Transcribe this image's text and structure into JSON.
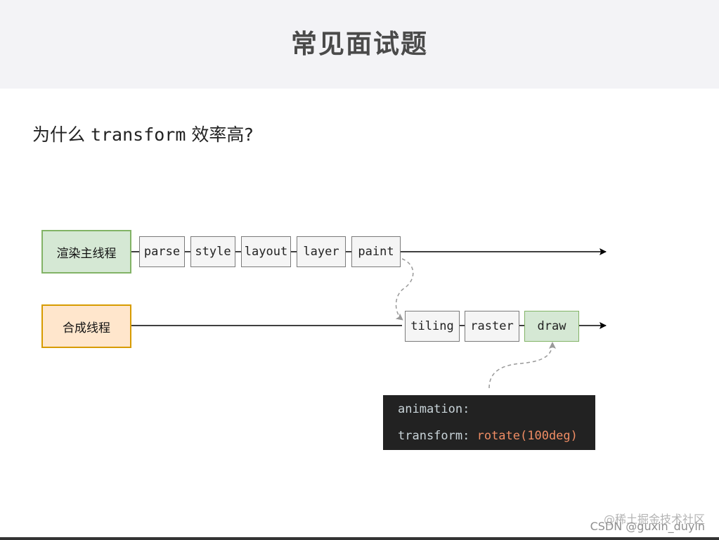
{
  "slide": {
    "title": "常见面试题"
  },
  "question": {
    "prefix": "为什么 ",
    "code": "transform",
    "suffix": " 效率高?"
  },
  "diagram": {
    "main_thread": {
      "label": "渲染主线程",
      "steps": [
        "parse",
        "style",
        "layout",
        "layer",
        "paint"
      ]
    },
    "compositor_thread": {
      "label": "合成线程",
      "steps": [
        "tiling",
        "raster",
        "draw"
      ]
    }
  },
  "code_snippet": {
    "line1": {
      "property": "animation:"
    },
    "line2": {
      "property": "transform: ",
      "value": "rotate(100deg)"
    }
  },
  "watermarks": [
    "@稀土掘金技术社区",
    "CSDN @guxin_duyin"
  ],
  "colors": {
    "main_lane_fill": "#d5e8d4",
    "compositor_lane_fill": "#ffe6cc",
    "code_bg": "#222222",
    "code_value": "#f08d64"
  }
}
